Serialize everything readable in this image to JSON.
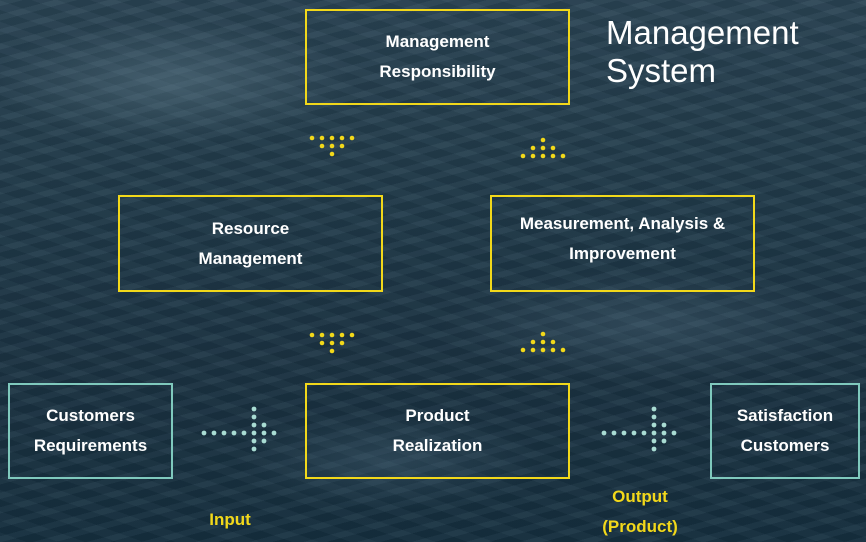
{
  "title": {
    "line1": "Management",
    "line2": "System"
  },
  "boxes": {
    "management_responsibility": {
      "line1": "Management",
      "line2": "Responsibility"
    },
    "resource_management": {
      "line1": "Resource",
      "line2": "Management"
    },
    "measurement": {
      "line1": "Measurement, Analysis &",
      "line2": "Improvement"
    },
    "product_realization": {
      "line1": "Product",
      "line2": "Realization"
    },
    "customers_requirements": {
      "line1": "Customers",
      "line2": "Requirements"
    },
    "satisfaction_customers": {
      "line1": "Satisfaction",
      "line2": "Customers"
    }
  },
  "labels": {
    "input": "Input",
    "output_line1": "Output",
    "output_line2": "(Product)"
  },
  "colors": {
    "accent_yellow": "#f2d81a",
    "accent_teal": "#7fc9bd",
    "text": "#ffffff"
  },
  "icons": {
    "down_arrow": "dotted-down-arrow-icon",
    "up_arrow": "dotted-up-arrow-icon",
    "right_arrow": "dotted-right-arrow-icon"
  }
}
